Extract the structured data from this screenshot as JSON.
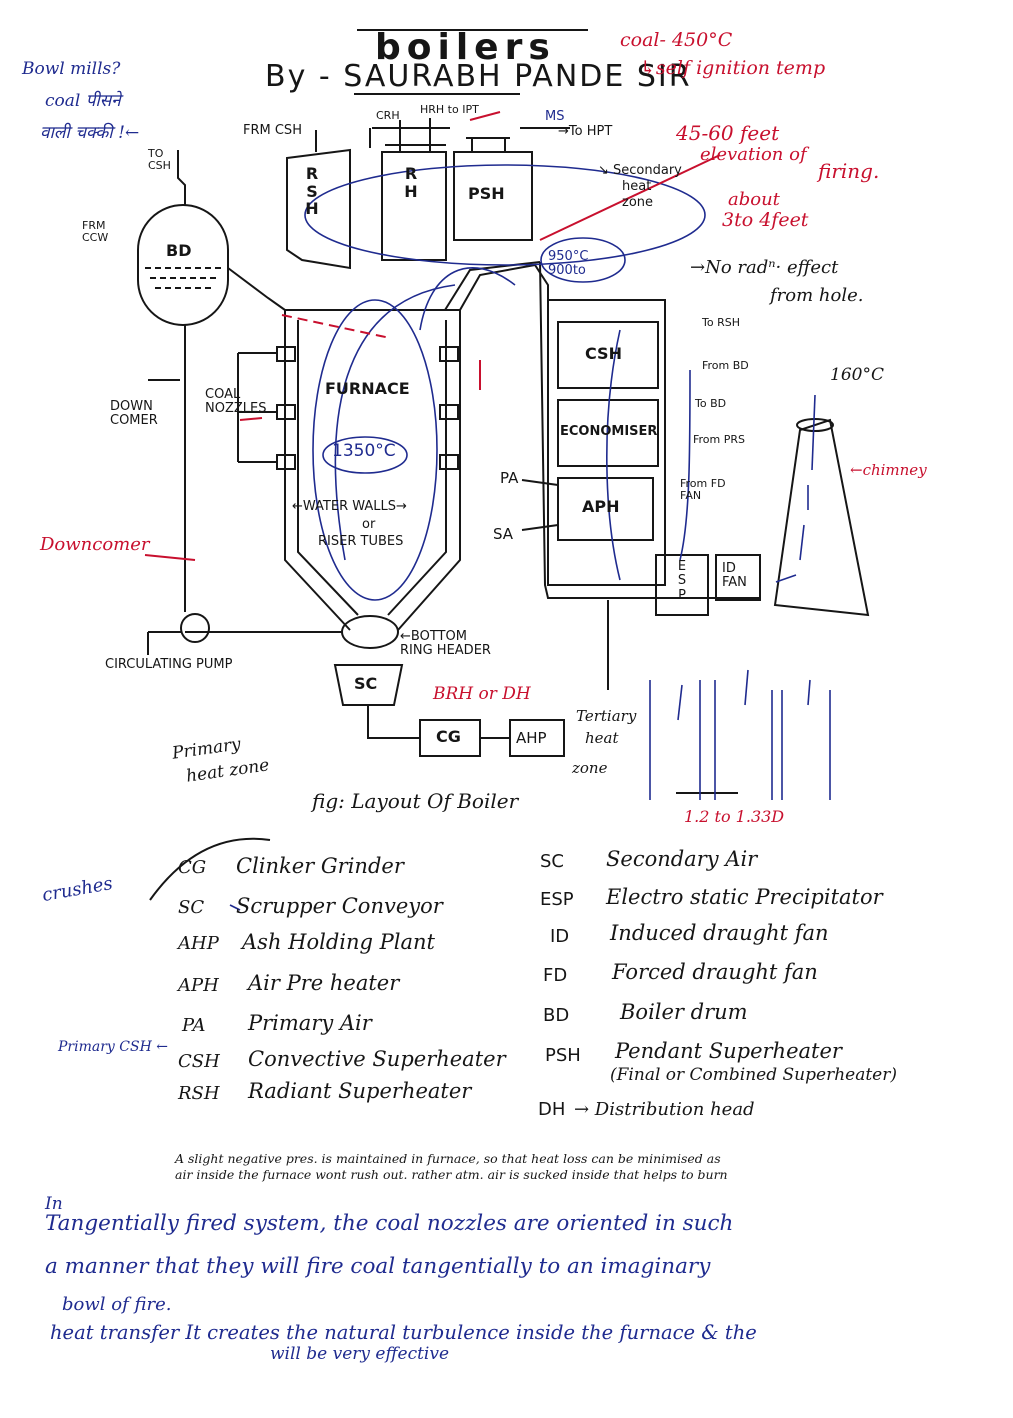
{
  "header": {
    "title": "boilers",
    "byline": "By - SAURABH PANDE SIR",
    "coal_temp": "coal- 450°C",
    "self_ignition": "↳self ignition temp"
  },
  "side_notes": {
    "bowl_mills_1": "Bowl mills?",
    "bowl_mills_2": "coal पीसने",
    "bowl_mills_3": "वाली चक्की !←",
    "elevation_1": "45-60 feet",
    "elevation_2": "elevation of",
    "elevation_3": "firing.",
    "about": "about",
    "about_value": "3to 4feet",
    "no_rad_1": "→No radⁿ· effect",
    "no_rad_2": "from hole.",
    "downcomer": "Downcomer",
    "primary_heat_zone_1": "Primary",
    "primary_heat_zone_2": "heat zone",
    "tertiary_1": "Tertiary",
    "tertiary_2": "heat",
    "tertiary_3": "zone",
    "secondary_heat_zone_1": "↘ Secondary",
    "secondary_heat_zone_2": "heat",
    "secondary_heat_zone_3": "zone",
    "chimney": "←chimney",
    "temp_160": "160°C",
    "brh_or_dh": "BRH or DH",
    "spacing": "1.2 to 1.33D",
    "crushes": "crushes",
    "primary_csh": "Primary CSH ←"
  },
  "diagram": {
    "rsh": "R S H",
    "rh": "R H",
    "psh": "PSH",
    "bd": "BD",
    "furnace": "FURNACE",
    "furnace_temp": "1350°C",
    "water_walls": "←WATER WALLS→",
    "or": "or",
    "riser_tubes": "RISER TUBES",
    "coal_nozzles": "COAL NOZZLES",
    "down_comer": "DOWN COMER",
    "bottom_ring_header": "←BOTTOM RING HEADER",
    "sc": "SC",
    "cg": "CG",
    "ahp": "AHP",
    "circulating_pump": "CIRCULATING PUMP",
    "csh": "CSH",
    "economiser": "ECONOMISER",
    "aph": "APH",
    "esp": "E S P",
    "id_fan": "ID FAN",
    "pa": "PA",
    "sa": "SA",
    "frm_csh": "FRM CSH",
    "crh": "CRH",
    "hrh_to_ipt": "HRH to IPT",
    "ms": "MS",
    "to_hpt": "→To HPT",
    "to_csh": "TO CSH",
    "frm_ccw": "FRM CCW",
    "gas_temp": "950°C 900to",
    "to_rsh": "To RSH",
    "from_bd": "From BD",
    "to_bd": "To BD",
    "from_prs": "From PRS",
    "from_fd_fan": "From FD FAN",
    "caption": "fig: Layout Of Boiler"
  },
  "legend_left": [
    {
      "abbr": "CG",
      "full": "Clinker Grinder"
    },
    {
      "abbr": "SC",
      "full": "Scrupper Conveyor"
    },
    {
      "abbr": "AHP",
      "full": "Ash Holding Plant"
    },
    {
      "abbr": "APH",
      "full": "Air Pre heater"
    },
    {
      "abbr": "PA",
      "full": "Primary Air"
    },
    {
      "abbr": "CSH",
      "full": "Convective Superheater"
    },
    {
      "abbr": "RSH",
      "full": "Radiant Superheater"
    }
  ],
  "legend_right": [
    {
      "abbr": "SC",
      "full": "Secondary Air"
    },
    {
      "abbr": "ESP",
      "full": "Electro static Precipitator"
    },
    {
      "abbr": "ID",
      "full": "Induced draught fan"
    },
    {
      "abbr": "FD",
      "full": "Forced draught fan"
    },
    {
      "abbr": "BD",
      "full": "Boiler drum"
    },
    {
      "abbr": "PSH",
      "full": "Pendant Superheater"
    },
    {
      "abbr": "",
      "full": "(Final or Combined Superheater)"
    },
    {
      "abbr": "DH",
      "full": "→ Distribution head"
    }
  ],
  "notes": {
    "line1": "A slight negative pres. is maintained in furnace, so that heat loss can be minimised as",
    "line2": "air inside the furnace wont rush out. rather atm. air is sucked inside that helps to burn",
    "para1": "In",
    "para2": "Tangentially fired system, the coal nozzles are oriented in such",
    "para3": "a manner that they will fire coal tangentially to an imaginary",
    "para4": "bowl of fire.",
    "para5": "heat transfer  It creates the natural turbulence inside the furnace & the",
    "para6": "will be very effective"
  },
  "colors": {
    "ink_black": "#161616",
    "ink_blue": "#1f2b8f",
    "ink_red": "#c8102e"
  }
}
